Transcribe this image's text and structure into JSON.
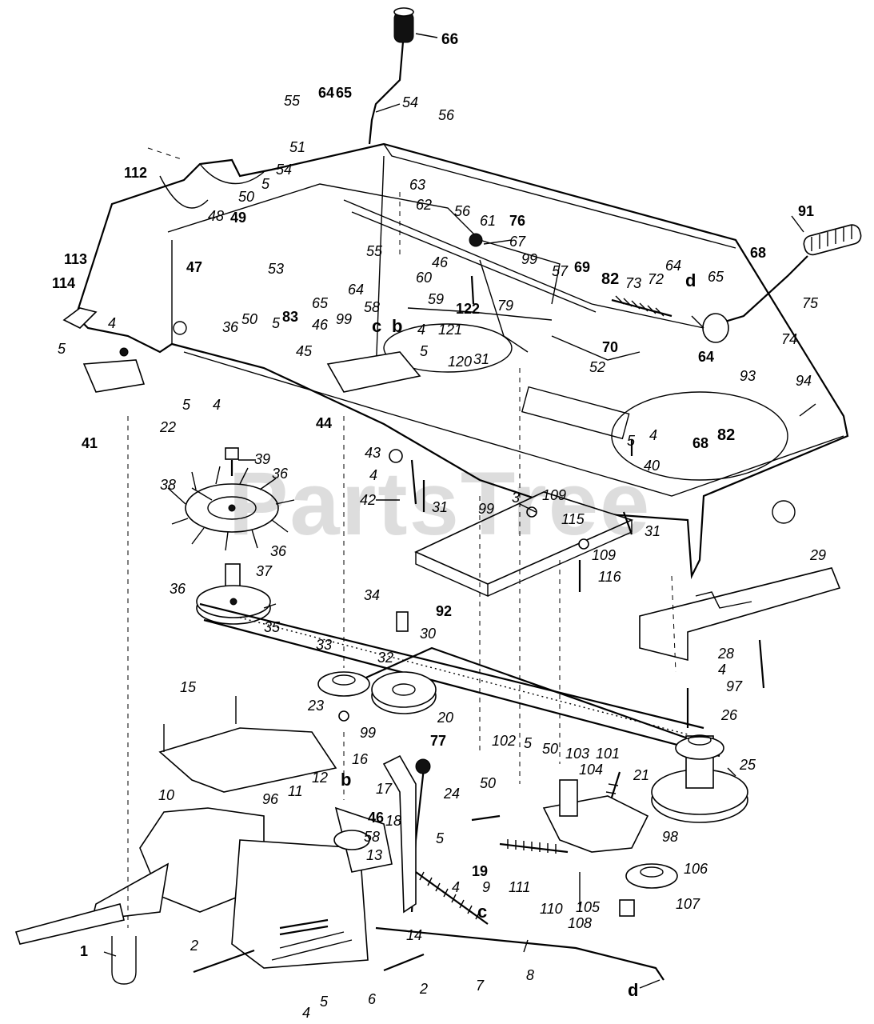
{
  "watermark": "PartsTree",
  "callouts": [
    "66",
    "54",
    "56",
    "55",
    "64",
    "65",
    "51",
    "54",
    "5",
    "50",
    "49",
    "48",
    "53",
    "50",
    "5",
    "65",
    "64",
    "47",
    "36",
    "112",
    "113",
    "114",
    "4",
    "5",
    "41",
    "22",
    "5",
    "4",
    "63",
    "62",
    "56",
    "61",
    "76",
    "67",
    "55",
    "46",
    "60",
    "59",
    "58",
    "99",
    "122",
    "121",
    "c",
    "b",
    "4",
    "5",
    "120",
    "31",
    "46",
    "99",
    "45",
    "83",
    "44",
    "79",
    "57",
    "69",
    "82",
    "73",
    "72",
    "91",
    "75",
    "68",
    "64",
    "d",
    "65",
    "74",
    "70",
    "52",
    "82",
    "64",
    "93",
    "94",
    "68",
    "4",
    "5",
    "40",
    "43",
    "4",
    "42",
    "31",
    "39",
    "36",
    "38",
    "36",
    "37",
    "36",
    "35",
    "34",
    "33",
    "32",
    "30",
    "99",
    "3",
    "109",
    "115",
    "31",
    "109",
    "116",
    "92",
    "29",
    "28",
    "4",
    "97",
    "26",
    "25",
    "23",
    "99",
    "20",
    "77",
    "15",
    "16",
    "17",
    "12",
    "b",
    "46",
    "58",
    "11",
    "96",
    "13",
    "18",
    "10",
    "5",
    "19",
    "4",
    "9",
    "c",
    "7",
    "14",
    "102",
    "50",
    "5",
    "103",
    "101",
    "104",
    "21",
    "24",
    "50",
    "98",
    "106",
    "111",
    "110",
    "105",
    "107",
    "108",
    "2",
    "2",
    "1",
    "8",
    "d",
    "6",
    "5",
    "4"
  ]
}
